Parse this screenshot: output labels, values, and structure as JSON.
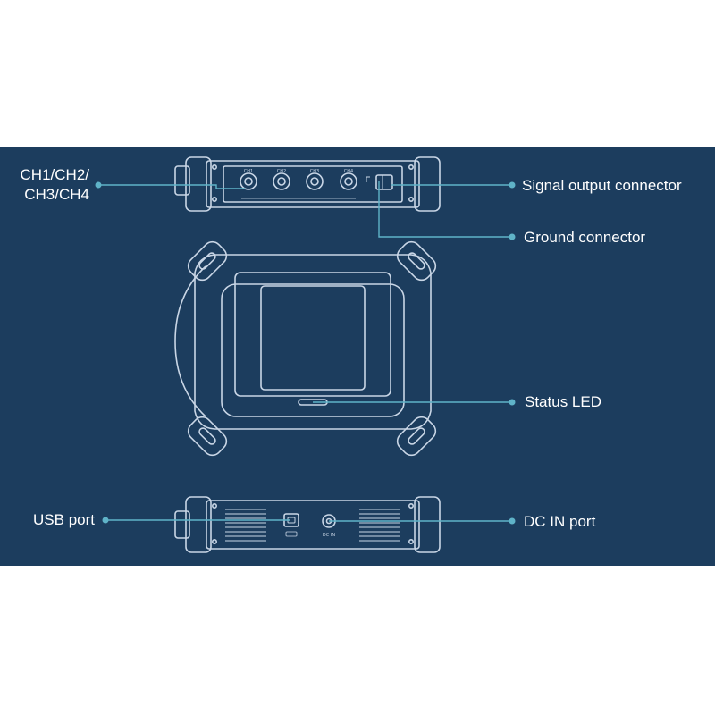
{
  "labels": {
    "channels": {
      "line1": "CH1/CH2/",
      "line2": "CH3/CH4"
    },
    "signal_output": "Signal output connector",
    "ground": "Ground connector",
    "status_led": "Status LED",
    "usb": "USB port",
    "dc_in": "DC IN port"
  },
  "device_text": {
    "ch1": "CH1",
    "ch2": "CH2",
    "ch3": "CH3",
    "ch4": "CH4",
    "dc_in": "DC IN"
  },
  "colors": {
    "background": "#1c3d5e",
    "line_art": "#c9d6e6",
    "callout": "#5fb3c8",
    "label_text": "#ffffff"
  }
}
